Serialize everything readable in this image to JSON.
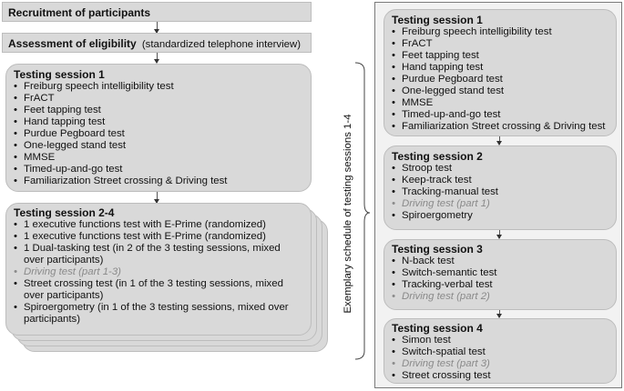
{
  "recruitment": {
    "label": "Recruitment of participants"
  },
  "eligibility": {
    "label": "Assessment of eligibility",
    "detail": "(standardized telephone interview)"
  },
  "left_session1": {
    "title": "Testing session 1",
    "items": [
      "Freiburg speech intelligibility test",
      "FrACT",
      "Feet tapping test",
      "Hand tapping test",
      "Purdue Pegboard test",
      "One-legged stand test",
      "MMSE",
      "Timed-up-and-go test",
      "Familiarization Street crossing & Driving test"
    ]
  },
  "left_session24": {
    "title": "Testing session 2-4",
    "items": [
      {
        "text": "1 executive functions test  with E-Prime (randomized)",
        "muted": false
      },
      {
        "text": "1 executive functions test  with E-Prime (randomized)",
        "muted": false
      },
      {
        "text": "1 Dual-tasking test (in 2 of the 3 testing sessions, mixed over participants)",
        "muted": false
      },
      {
        "text": "Driving test (part 1-3)",
        "muted": true
      },
      {
        "text": "Street crossing test (in 1 of the 3 testing sessions, mixed over participants)",
        "muted": false
      },
      {
        "text": "Spiroergometry (in 1 of the 3 testing sessions, mixed over participants)",
        "muted": false
      }
    ]
  },
  "schedule_label": "Exemplary schedule of testing sessions 1-4",
  "right_session1": {
    "title": "Testing session 1",
    "items": [
      "Freiburg speech intelligibility test",
      "FrACT",
      "Feet tapping test",
      "Hand tapping test",
      "Purdue Pegboard test",
      "One-legged stand test",
      "MMSE",
      "Timed-up-and-go test",
      "Familiarization Street crossing & Driving test"
    ]
  },
  "right_session2": {
    "title": "Testing session 2",
    "items": [
      {
        "text": "Stroop test",
        "muted": false
      },
      {
        "text": "Keep-track test",
        "muted": false
      },
      {
        "text": "Tracking-manual test",
        "muted": false
      },
      {
        "text": "Driving test (part 1)",
        "muted": true
      },
      {
        "text": "Spiroergometry",
        "muted": false
      }
    ]
  },
  "right_session3": {
    "title": "Testing session 3",
    "items": [
      {
        "text": "N-back test",
        "muted": false
      },
      {
        "text": "Switch-semantic test",
        "muted": false
      },
      {
        "text": "Tracking-verbal test",
        "muted": false
      },
      {
        "text": "Driving test (part 2)",
        "muted": true
      }
    ]
  },
  "right_session4": {
    "title": "Testing session 4",
    "items": [
      {
        "text": "Simon test",
        "muted": false
      },
      {
        "text": "Switch-spatial test",
        "muted": false
      },
      {
        "text": "Driving test (part 3)",
        "muted": true
      },
      {
        "text": "Street crossing test",
        "muted": false
      }
    ]
  }
}
